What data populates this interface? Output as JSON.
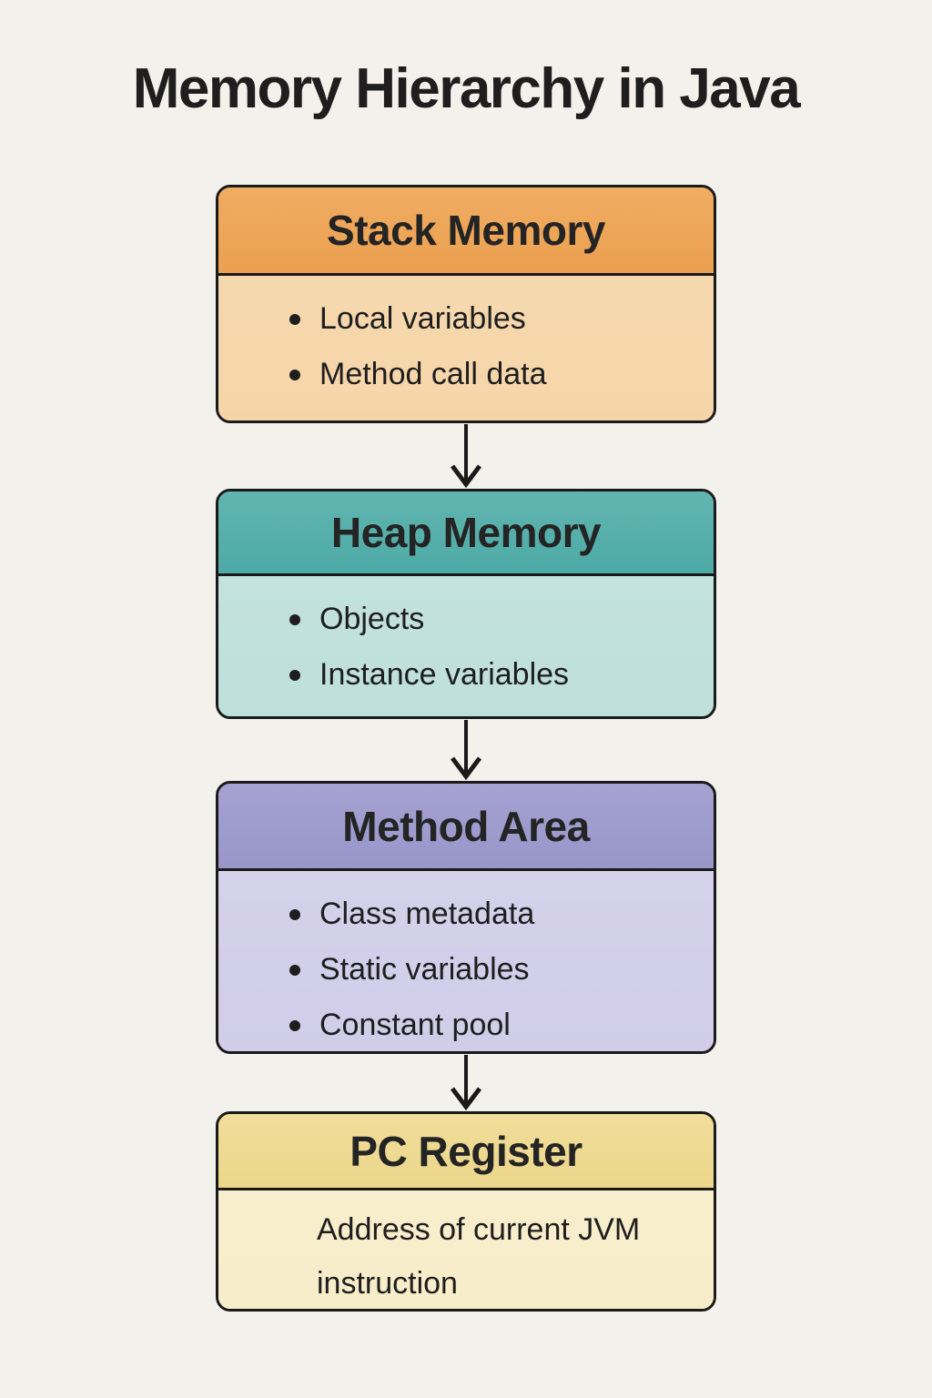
{
  "page": {
    "title": "Memory Hierarchy in Java",
    "background_color": "#F3F1EC",
    "border_color": "#1A1A1A",
    "arrow_color": "#1A1A1A",
    "text_color": "#1E1E1E"
  },
  "boxes": [
    {
      "id": "stack-memory",
      "title": "Stack Memory",
      "items": [
        "Local variables",
        "Method call data"
      ],
      "colors": {
        "header": "#EFA351",
        "body": "#F5D3A4"
      }
    },
    {
      "id": "heap-memory",
      "title": "Heap Memory",
      "items": [
        "Objects",
        "Instance variables"
      ],
      "colors": {
        "header": "#4FADA8",
        "body": "#BBDED9"
      }
    },
    {
      "id": "method-area",
      "title": "Method Area",
      "items": [
        "Class metadata",
        "Static variables",
        "Constant pool"
      ],
      "colors": {
        "header": "#9B98CD",
        "body": "#CFCBE8"
      }
    },
    {
      "id": "pc-register",
      "title": "PC Register",
      "items": [],
      "description": "Address of current JVM instruction",
      "colors": {
        "header": "#F0DA8E",
        "body": "#F8ECC6"
      }
    }
  ]
}
